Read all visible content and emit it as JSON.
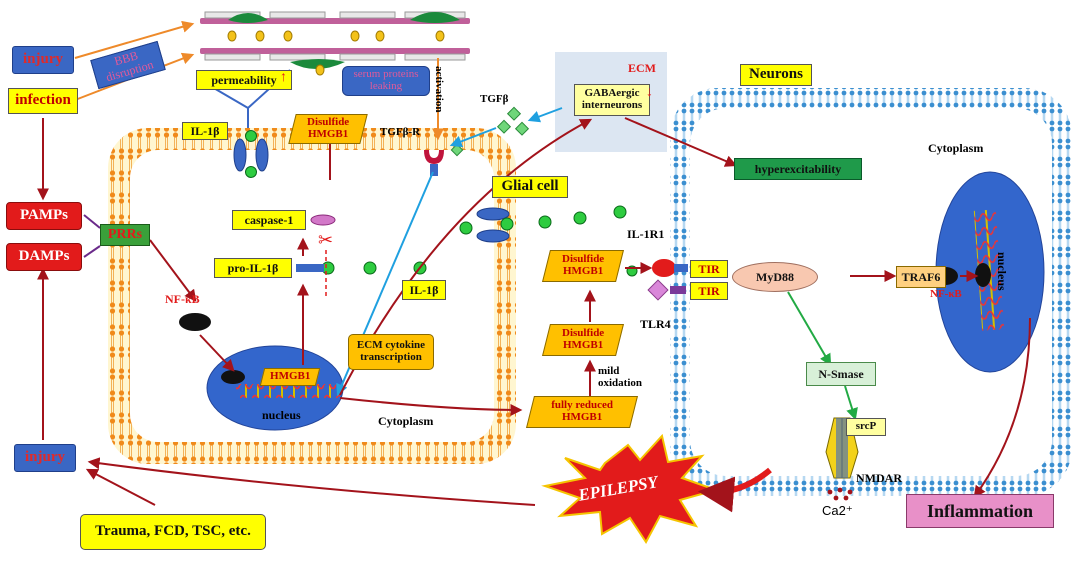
{
  "colors": {
    "membrane": "#f7a32a",
    "neuron_membrane": "#4aa3df",
    "nucleus": "#3366cc",
    "arrow_red": "#a3131b",
    "arrow_blue": "#1fa0e0",
    "arrow_green": "#22aa44"
  },
  "labels": {
    "injury_top": "injury",
    "infection": "infection",
    "bbb": "BBB disruption",
    "permeability": "permeability",
    "serum": "serum proteins leaking",
    "activation": "activation",
    "disulfide_top": "Disulfide HMGB1",
    "il1b_top": "IL-1β",
    "tgfb": "TGFβ",
    "tgfbr": "TGFβ-R",
    "ecm": "ECM",
    "gaba": "GABAergic interneurons",
    "neurons": "Neurons",
    "glial": "Glial cell",
    "hyperexcitability": "hyperexcitability",
    "cytoplasm_right": "Cytoplasm",
    "cytoplasm_left": "Cytoplasm",
    "pamps": "PAMPs",
    "damps": "DAMPs",
    "prrs": "PRRs",
    "caspase": "caspase-1",
    "pro_il1b": "pro-IL-1β",
    "il1b_mid": "IL-1β",
    "nfkb_left": "NF-κB",
    "ecm_cytokine": "ECM cytokine transcription",
    "hmgb1": "HMGB1",
    "nucleus_left": "nucleus",
    "il1r1": "IL-1R1",
    "disulfide_mid1": "Disulfide HMGB1",
    "disulfide_mid2": "Disulfide HMGB1",
    "tlr4": "TLR4",
    "mild_oxidation": "mild oxidation",
    "fully_reduced": "fully reduced HMGB1",
    "tir1": "TIR",
    "tir2": "TIR",
    "myd88": "MyD88",
    "traf6": "TRAF6",
    "nfkb_right": "NF-κB",
    "nucleus_right": "nucleus",
    "nsmase": "N-Smase",
    "srcp": "srcP",
    "nmdar": "NMDAR",
    "ca": "Ca2⁺",
    "injury_bottom": "injury",
    "trauma": "Trauma, FCD, TSC, etc.",
    "epilepsy": "EPILEPSY",
    "inflammation": "Inflammation"
  }
}
